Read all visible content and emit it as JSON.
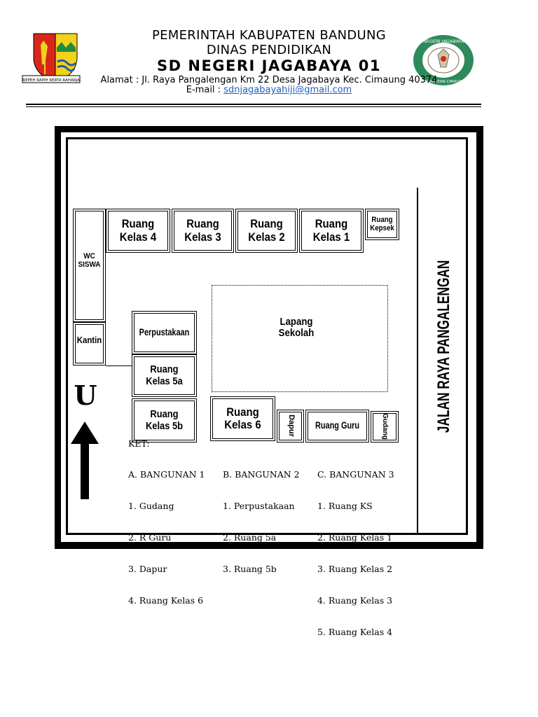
{
  "header": {
    "line1": "PEMERINTAH KABUPATEN BANDUNG",
    "line2": "DINAS PENDIDIKAN",
    "school_name": "SD NEGERI JAGABAYA 01",
    "address": "Alamat : Jl. Raya Pangalengan Km 22 Desa Jagabaya Kec. Cimaung 40374",
    "email_label": "E-mail : ",
    "email": "sdnjagabayahiji@gmail.com",
    "left_logo_motto": "REPEH RAPIH KERTA RAHARJA",
    "right_logo_top": "SD NEGERI JAGABAYA 01",
    "right_logo_bottom": "KECAMATAN CIMAUNG"
  },
  "map": {
    "rooms": {
      "kelas4": "Ruang\nKelas 4",
      "kelas3": "Ruang\nKelas 3",
      "kelas2": "Ruang\nKelas 2",
      "kelas1": "Ruang\nKelas 1",
      "kepsek": "Ruang\nKepsek",
      "wc": "WC\nSISWA",
      "kantin": "Kantin",
      "perpustakaan": "Perpustakaan",
      "kelas5a": "Ruang\nKelas 5a",
      "kelas5b": "Ruang\nKelas 5b",
      "kelas6": "Ruang\nKelas 6",
      "dapur": "Dapur",
      "ruang_guru": "Ruang Guru",
      "gudang": "Gudang"
    },
    "lapang": "Lapang\nSekolah",
    "road": "JALAN RAYA PANGALENGAN",
    "north": "U"
  },
  "legend": {
    "title": "KET:",
    "col_a": [
      "A. BANGUNAN 1",
      "1. Gudang",
      "2. R Guru",
      "3. Dapur",
      "4. Ruang Kelas 6"
    ],
    "col_b": [
      "B. BANGUNAN 2",
      "1. Perpustakaan",
      "2. Ruang 5a",
      "3. Ruang 5b"
    ],
    "col_c": [
      "C. BANGUNAN 3",
      "1. Ruang KS",
      "2. Ruang Kelas 1",
      "3. Ruang Kelas 2",
      "4. Ruang Kelas 3",
      "5. Ruang Kelas 4"
    ]
  },
  "colors": {
    "link": "#1f5fbf",
    "left_logo_red": "#d9261c",
    "left_logo_yellow": "#f2d21b",
    "left_logo_green": "#1e8c3a",
    "right_logo_green": "#2e8a5a"
  }
}
